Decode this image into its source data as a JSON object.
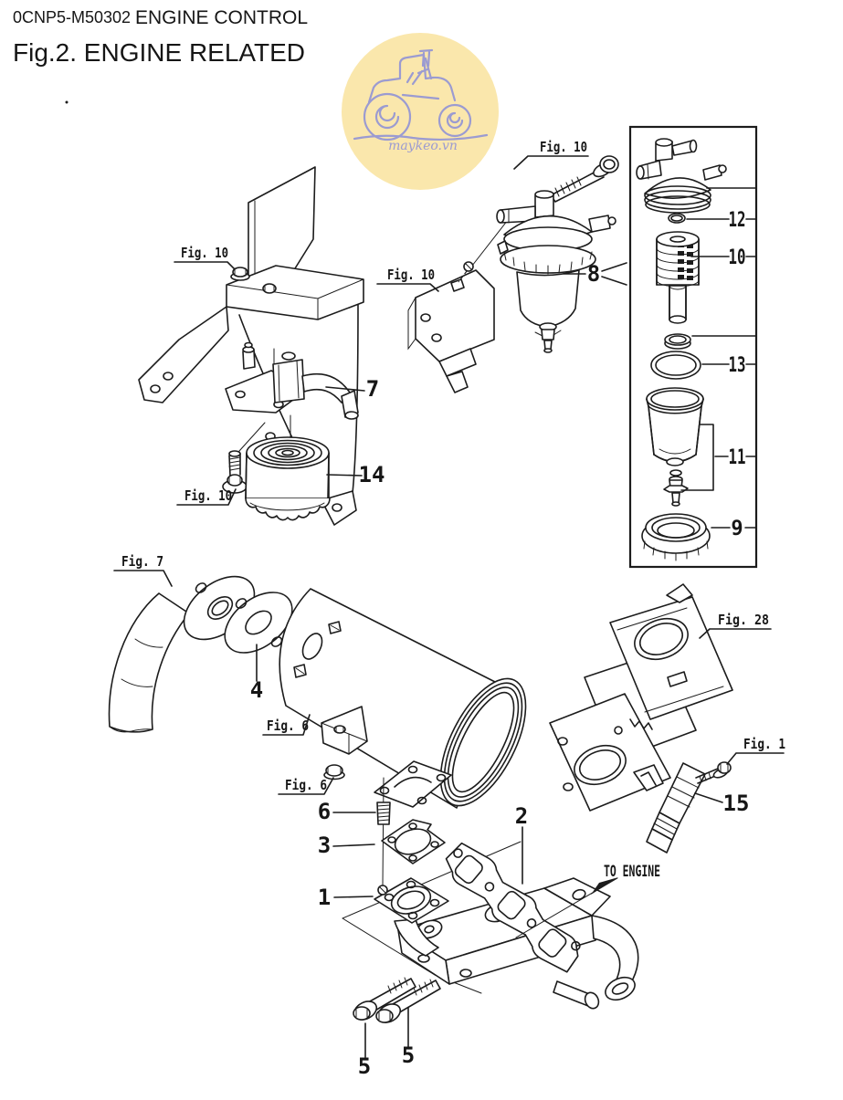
{
  "header": {
    "doc_code": "0CNP5-M50302",
    "section_title": "ENGINE CONTROL",
    "figure_title": "Fig.2.  ENGINE RELATED"
  },
  "watermark": {
    "text": "maykeo.vn",
    "circle_color": "#FAE7AC",
    "line_color": "#9B9BD1"
  },
  "annotations": {
    "to_engine": "TO ENGINE"
  },
  "fig_refs": {
    "bolt_top_right": "Fig. 10",
    "shield_bracket": "Fig. 10",
    "separator_bracket": "Fig. 10",
    "filter_bolt": "Fig. 10",
    "tail_pipe": "Fig. 7",
    "muffler_bracket": "Fig. 6",
    "muffler_nut": "Fig. 6",
    "control_bracket": "Fig. 28",
    "sensor_bolt": "Fig. 1"
  },
  "parts": {
    "n1": "1",
    "n2": "2",
    "n3": "3",
    "n4": "4",
    "n5a": "5",
    "n5b": "5",
    "n6": "6",
    "n7": "7",
    "n8": "8",
    "n9": "9",
    "n10": "10",
    "n11": "11",
    "n12": "12",
    "n13": "13",
    "n14": "14",
    "n15": "15"
  },
  "colors": {
    "line": "#1c1c1c",
    "background": "#ffffff"
  }
}
